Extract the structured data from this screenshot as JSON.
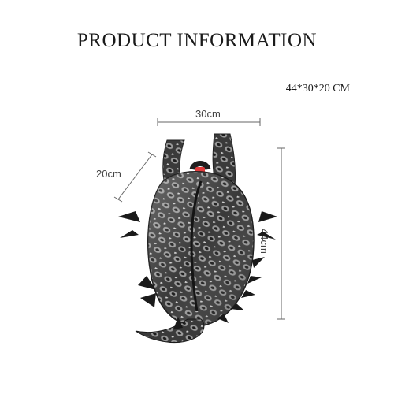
{
  "title": "PRODUCT INFORMATION",
  "size_spec": "44*30*20 CM",
  "dimensions": {
    "width": "30cm",
    "depth": "20cm",
    "height": "44cm"
  },
  "icons": {
    "product": "backpack-photo"
  }
}
